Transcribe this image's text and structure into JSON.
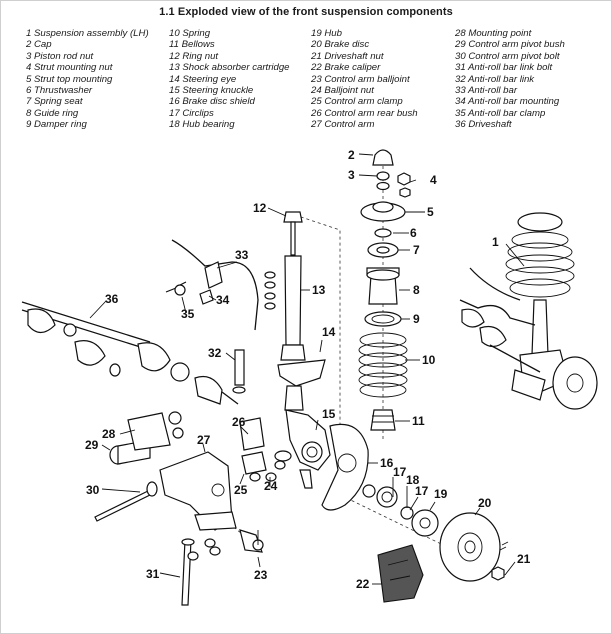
{
  "title": "1.1 Exploded view of the front suspension components",
  "legend": {
    "col1": [
      "1 Suspension assembly (LH)",
      "2 Cap",
      "3 Piston rod nut",
      "4 Strut mounting nut",
      "5 Strut top mounting",
      "6 Thrustwasher",
      "7 Spring seat",
      "8 Guide ring",
      "9 Damper ring"
    ],
    "col2": [
      "10 Spring",
      "11 Bellows",
      "12 Ring nut",
      "13 Shock absorber cartridge",
      "14 Steering eye",
      "15 Steering knuckle",
      "16 Brake disc shield",
      "17 Circlips",
      "18 Hub bearing"
    ],
    "col3": [
      "19 Hub",
      "20 Brake disc",
      "21 Driveshaft nut",
      "22 Brake caliper",
      "23 Control arm balljoint",
      "24 Balljoint nut",
      "25 Control arm clamp",
      "26 Control arm rear bush",
      "27 Control arm"
    ],
    "col4": [
      "28 Mounting point",
      "29 Control arm pivot bush",
      "30 Control arm pivot bolt",
      "31 Anti-roll bar link bolt",
      "32 Anti-roll bar link",
      "33 Anti-roll bar",
      "34 Anti-roll bar mounting",
      "35 Anti-roll bar clamp",
      "36 Driveshaft"
    ]
  },
  "callouts": [
    "1",
    "2",
    "3",
    "4",
    "5",
    "6",
    "7",
    "8",
    "9",
    "10",
    "11",
    "12",
    "13",
    "14",
    "15",
    "16",
    "17",
    "18",
    "17",
    "19",
    "20",
    "21",
    "22",
    "23",
    "24",
    "25",
    "26",
    "27",
    "28",
    "29",
    "30",
    "31",
    "32",
    "33",
    "34",
    "35",
    "36"
  ]
}
